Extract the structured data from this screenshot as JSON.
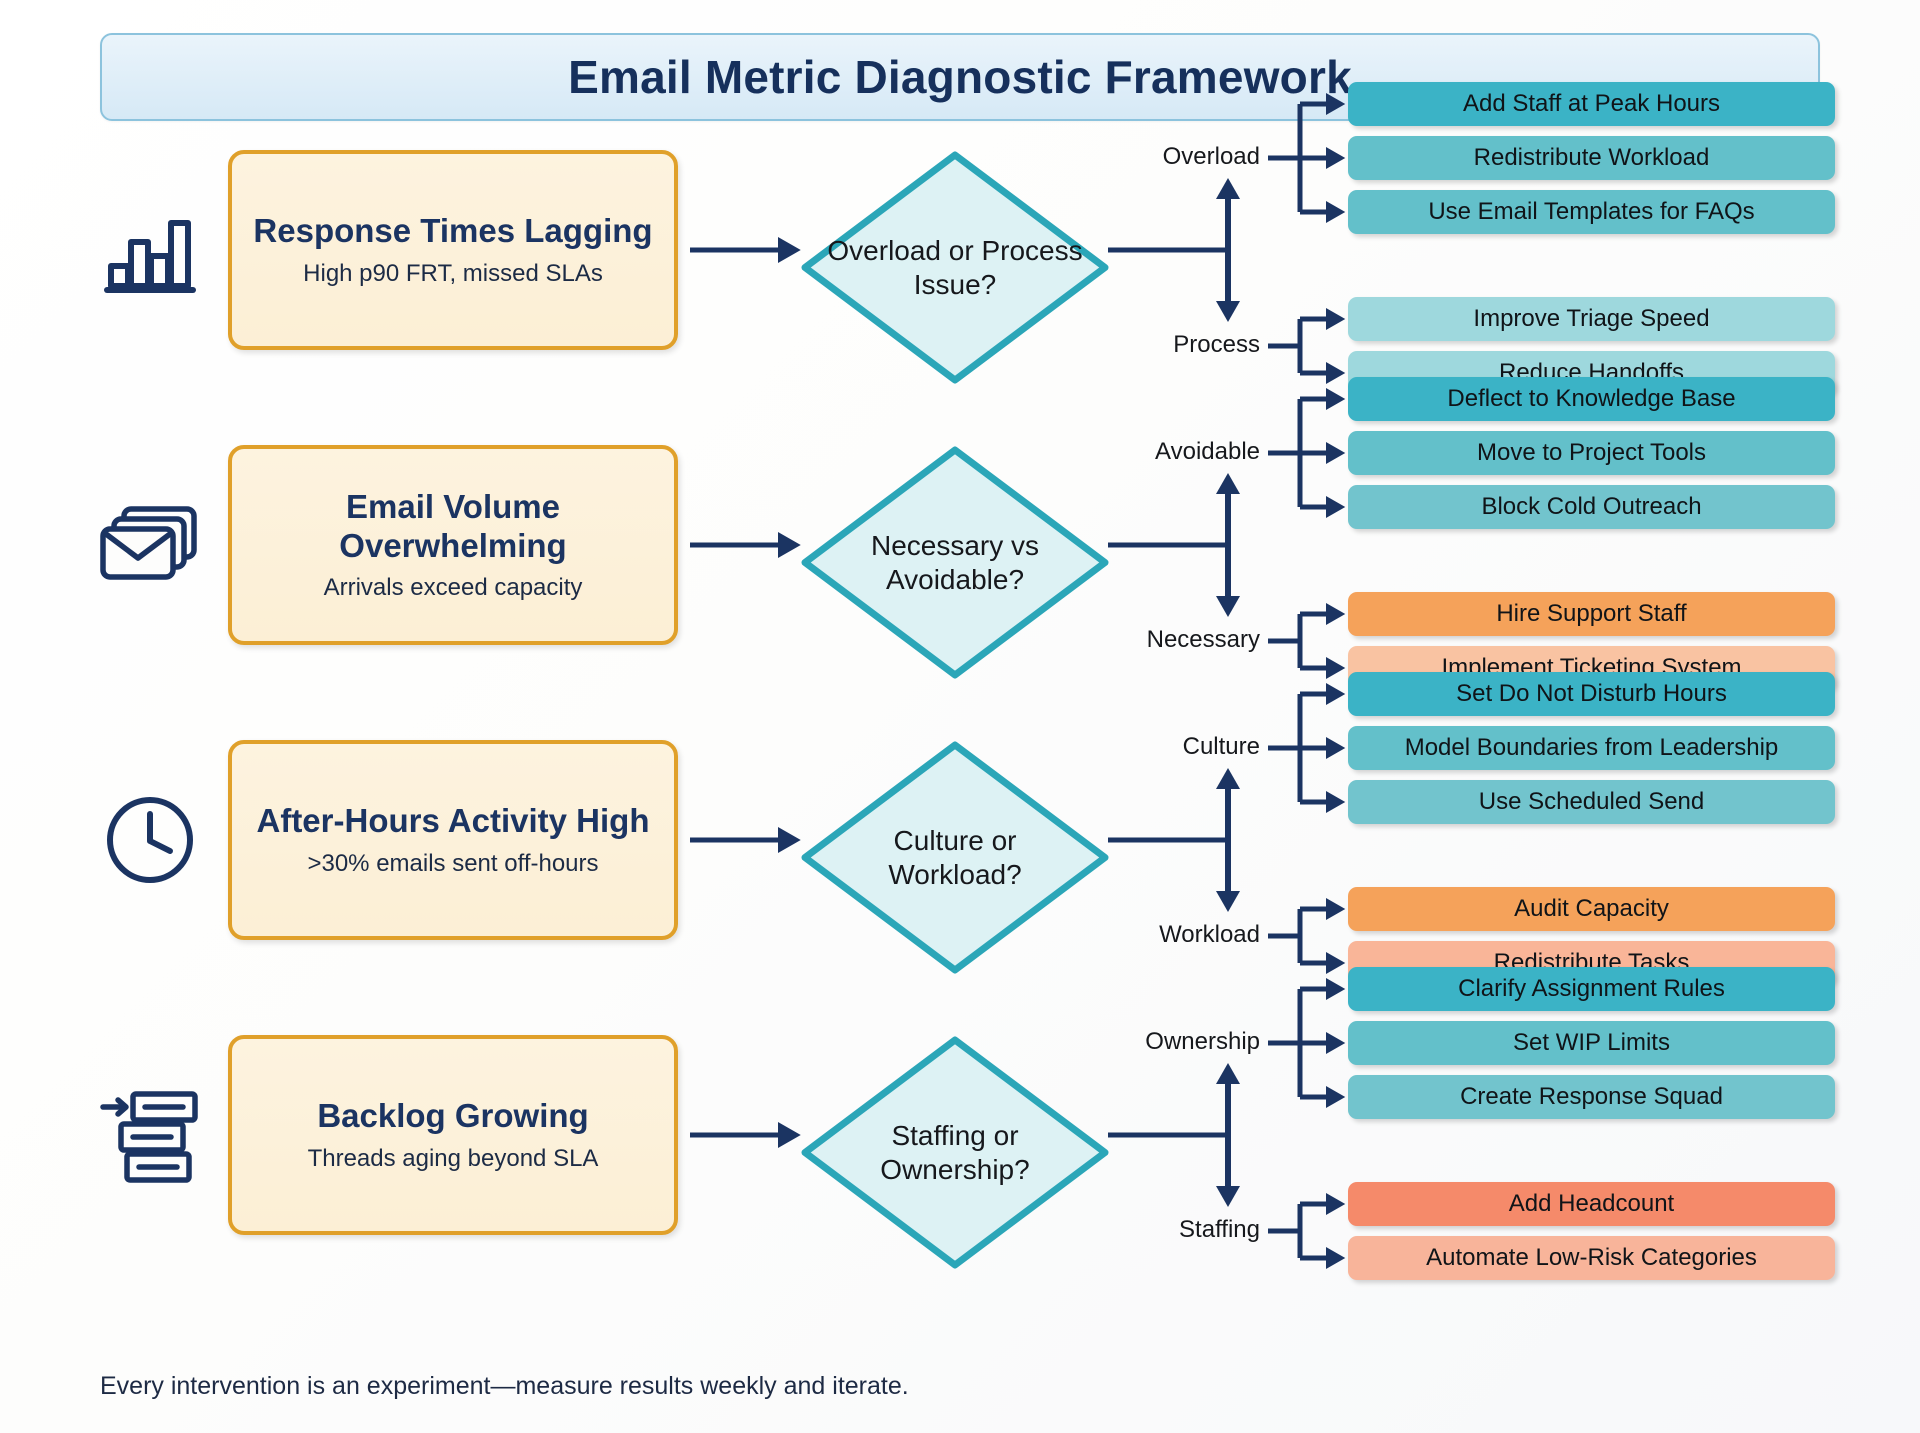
{
  "title": "Email Metric Diagnostic Framework",
  "footer": "Every intervention is an experiment—measure results weekly and iterate.",
  "colors": {
    "title_text": "#16305c",
    "title_bg": "#e3f0fa",
    "title_border": "#8cc3dd",
    "problem_fill": "#fcefd5",
    "problem_border": "#e0a02a",
    "diamond_fill": "#ddf2f4",
    "diamond_border": "#2ba6b8",
    "connector": "#1b3462",
    "teal_dark": "#3bb3c6",
    "teal_mid": "#63c0ca",
    "teal_light": "#9ed8dd",
    "orange_dark": "#f5a25a",
    "orange_light": "#f9c3a2",
    "salmon_dark": "#f58a6a",
    "salmon_light": "#f8b49a"
  },
  "rows": [
    {
      "icon": "bar-chart-icon",
      "problem_title": "Response Times Lagging",
      "problem_sub": "High p90 FRT, missed SLAs",
      "decision": "Overload or Process Issue?",
      "branch_a_label": "Overload",
      "branch_b_label": "Process",
      "branch_a_actions": [
        {
          "label": "Add Staff at Peak Hours",
          "color": "#3bb3c6"
        },
        {
          "label": "Redistribute Workload",
          "color": "#63c0ca"
        },
        {
          "label": "Use Email Templates for FAQs",
          "color": "#63c0ca"
        }
      ],
      "branch_b_actions": [
        {
          "label": "Improve Triage Speed",
          "color": "#9ed8dd"
        },
        {
          "label": "Reduce Handoffs",
          "color": "#9ed8dd"
        }
      ]
    },
    {
      "icon": "envelopes-icon",
      "problem_title": "Email Volume Overwhelming",
      "problem_sub": "Arrivals exceed capacity",
      "decision": "Necessary vs Avoidable?",
      "branch_a_label": "Avoidable",
      "branch_b_label": "Necessary",
      "branch_a_actions": [
        {
          "label": "Deflect to Knowledge Base",
          "color": "#3bb3c6"
        },
        {
          "label": "Move to Project Tools",
          "color": "#63c0ca"
        },
        {
          "label": "Block Cold Outreach",
          "color": "#72c4cd"
        }
      ],
      "branch_b_actions": [
        {
          "label": "Hire Support Staff",
          "color": "#f5a25a"
        },
        {
          "label": "Implement Ticketing System",
          "color": "#f9c3a2"
        }
      ]
    },
    {
      "icon": "clock-icon",
      "problem_title": "After-Hours Activity High",
      "problem_sub": ">30% emails sent off-hours",
      "decision": "Culture or Workload?",
      "branch_a_label": "Culture",
      "branch_b_label": "Workload",
      "branch_a_actions": [
        {
          "label": "Set Do Not Disturb Hours",
          "color": "#3bb3c6"
        },
        {
          "label": "Model Boundaries from Leadership",
          "color": "#63c0ca"
        },
        {
          "label": "Use Scheduled Send",
          "color": "#72c4cd"
        }
      ],
      "branch_b_actions": [
        {
          "label": "Audit Capacity",
          "color": "#f5a25a"
        },
        {
          "label": "Redistribute Tasks",
          "color": "#f9b598"
        }
      ]
    },
    {
      "icon": "backlog-stack-icon",
      "problem_title": "Backlog Growing",
      "problem_sub": "Threads aging beyond SLA",
      "decision": "Staffing or Ownership?",
      "branch_a_label": "Ownership",
      "branch_b_label": "Staffing",
      "branch_a_actions": [
        {
          "label": "Clarify Assignment Rules",
          "color": "#3bb3c6"
        },
        {
          "label": "Set WIP Limits",
          "color": "#63c0ca"
        },
        {
          "label": "Create Response Squad",
          "color": "#72c4cd"
        }
      ],
      "branch_b_actions": [
        {
          "label": "Add Headcount",
          "color": "#f58a6a"
        },
        {
          "label": "Automate Low-Risk Categories",
          "color": "#f8b49a"
        }
      ]
    }
  ]
}
